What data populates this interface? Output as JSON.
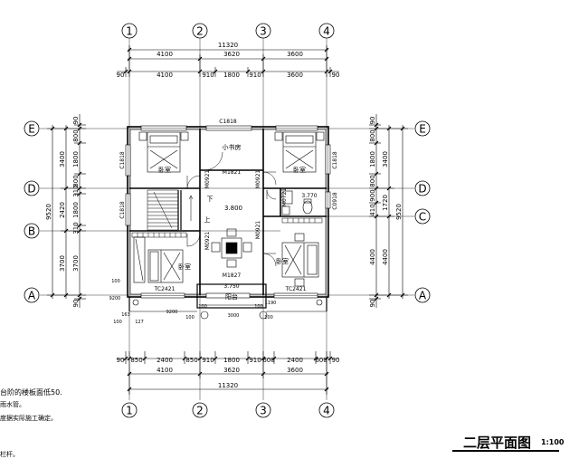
{
  "title": "二层平面图",
  "scale": "1:100",
  "notes": [
    "台阶的楼板面低50.",
    "雨水管。",
    "度据实际施工确定。",
    "栏杆。"
  ],
  "axes": {
    "vertical": [
      "1",
      "2",
      "3",
      "4"
    ],
    "horizontal": [
      "E",
      "D",
      "C",
      "B",
      "A"
    ]
  },
  "dims": {
    "total_width": "11320",
    "bays": [
      "4100",
      "3620",
      "3600"
    ],
    "top_detail": [
      "90",
      "4100",
      "910",
      "1800",
      "910",
      "3600",
      "90"
    ],
    "bottom_detail": [
      "90",
      "850",
      "2400",
      "850",
      "910",
      "1800",
      "910",
      "600",
      "2400",
      "600",
      "90"
    ],
    "left_total": "9520",
    "left_bays": [
      "3400",
      "2420",
      "3700"
    ],
    "left_detail": [
      "90",
      "800",
      "1800",
      "800",
      "310",
      "1800",
      "310",
      "3700",
      "90"
    ],
    "right_total": "9520",
    "right_bays": [
      "3400",
      "1720",
      "4400"
    ],
    "right_detail": [
      "90",
      "800",
      "1800",
      "800",
      "900",
      "410",
      "4400",
      "90"
    ]
  },
  "rooms": {
    "study": "小书房",
    "bedroom_nw": "卧室",
    "bedroom_ne": "卧室",
    "bedroom_sw": "卧室",
    "bedroom_se": "卧室",
    "balcony": "阳台"
  },
  "labels": {
    "window_top": "C1818",
    "window_left_top": "C1818",
    "window_left_mid": "C1818",
    "window_right_top": "C1818",
    "window_right_bath": "C0918",
    "door_study": "M1821",
    "door_hall": "M1827",
    "door_m0921_a": "M0921",
    "door_m0921_b": "M0921",
    "door_m0921_c": "M0921",
    "door_m0921_d": "M0921",
    "door_m0721": "M0721",
    "level_stair": "3.800",
    "level_bath": "3.770",
    "level_balcony": "3.750",
    "tc_left": "TC2421",
    "tc_right": "TC2421",
    "stair_down": "下",
    "stair_up": "上",
    "sw_100a": "100",
    "sw_9200": "9200",
    "sw_127": "127",
    "sw_100b": "100",
    "sw_0163": "163",
    "sw_9200b": "9200",
    "sw_100c": "100",
    "sw_100d": "100",
    "balc_3000": "3000",
    "balc_100": "100",
    "balc_1190": "1190",
    "balc_100b": "100"
  }
}
